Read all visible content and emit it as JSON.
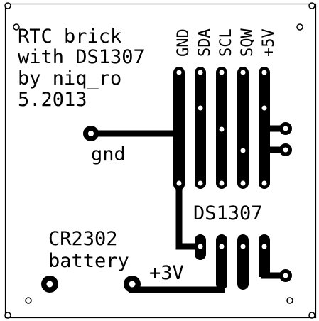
{
  "title_lines": [
    "RTC brick",
    "with DS1307",
    "by niq_ro",
    "5.2013"
  ],
  "pin_labels": [
    "GND",
    "SDA",
    "SCL",
    "SQW",
    "+5V"
  ],
  "gnd_label": "gnd",
  "chip_label": "DS1307",
  "battery_lines": [
    "CR2302",
    "battery"
  ],
  "v3_label": "+3V",
  "colors": {
    "copper": "#000000",
    "background": "#ffffff",
    "drill": "#ffffff"
  }
}
